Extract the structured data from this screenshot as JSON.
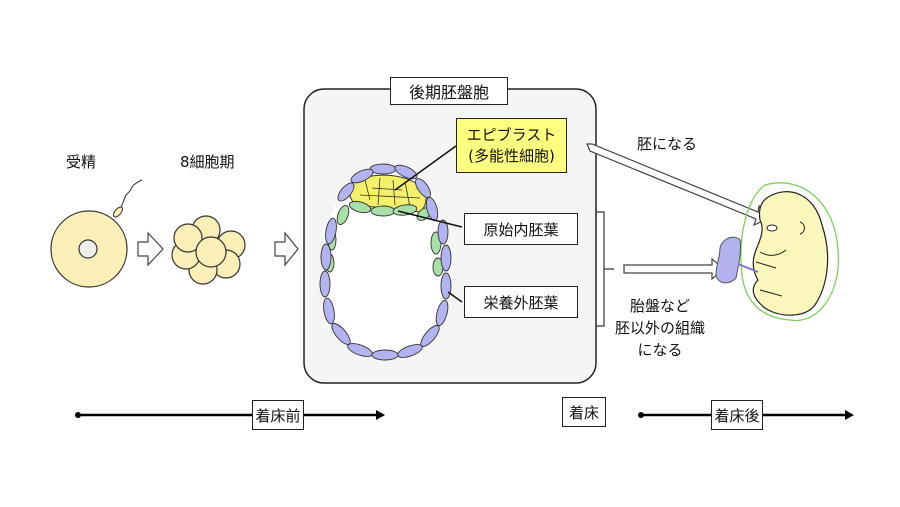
{
  "stages": {
    "fertilization": "受精",
    "eight_cell": "8細胞期",
    "late_blastocyst": "後期胚盤胞"
  },
  "blastocyst_labels": {
    "epiblast_line1": "エピブラスト",
    "epiblast_line2": "(多能性細胞)",
    "primitive_endoderm": "原始内胚葉",
    "trophectoderm": "栄養外胚葉"
  },
  "outcomes": {
    "embryo": "胚になる",
    "extra_line1": "胎盤など",
    "extra_line2": "胚以外の組織",
    "extra_line3": "になる"
  },
  "timeline": {
    "pre": "着床前",
    "implantation": "着床",
    "post": "着床後"
  },
  "colors": {
    "egg": "#fbefb8",
    "epiblast": "#f5f06a",
    "endoderm": "#a9e0a8",
    "trophectoderm": "#b3b3f0",
    "panel": "#f5f5f5",
    "highlight": "#ffff80"
  }
}
